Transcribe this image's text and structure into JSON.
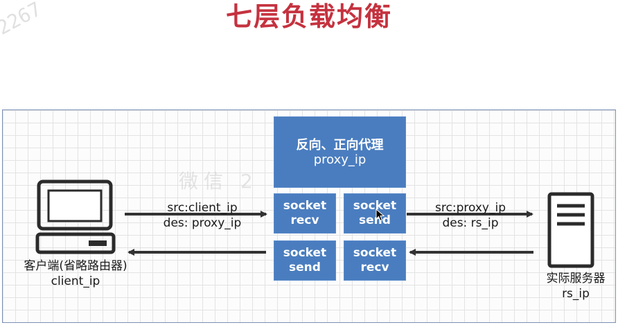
{
  "title": "七层负载均衡",
  "watermark_corner": "2267",
  "watermark_center": "微信 2",
  "proxy": {
    "line1": "反向、正向代理",
    "line2": "proxy_ip"
  },
  "sockets": {
    "top_left": {
      "l1": "socket",
      "l2": "recv"
    },
    "top_right": {
      "l1": "socket",
      "l2": "send"
    },
    "bottom_left": {
      "l1": "socket",
      "l2": "send"
    },
    "bottom_right": {
      "l1": "socket",
      "l2": "recv"
    }
  },
  "labels": {
    "client_to_proxy_src": "src:client_ip",
    "client_to_proxy_des": "des: proxy_ip",
    "proxy_to_server_src": "src:proxy_ip",
    "proxy_to_server_des": "des: rs_ip"
  },
  "client": {
    "name": "客户端(省略路由器)",
    "ip": "client_ip"
  },
  "server": {
    "name": "实际服务器",
    "ip": "rs_ip"
  },
  "colors": {
    "title": "#c5323f",
    "box": "#4a7dbf",
    "arrow": "#333333",
    "grid": "#e3e3e3"
  }
}
